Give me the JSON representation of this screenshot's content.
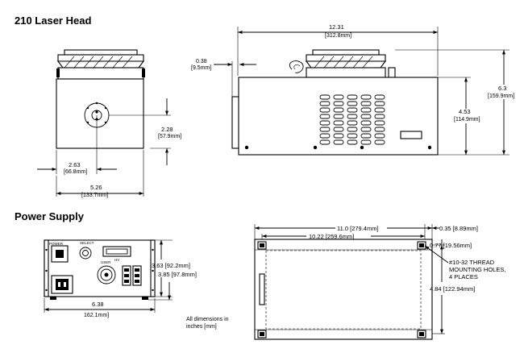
{
  "laser_head": {
    "title": "210 Laser Head",
    "dims": {
      "width_in": "2.63",
      "width_mm": "[66.8mm]",
      "height_in": "2.28",
      "height_mm": "[57.9mm]",
      "total_in": "5.26",
      "total_mm": "[133.7mm]",
      "length_in": "12.31",
      "length_mm": "[312.8mm]",
      "offset_in": "0.38",
      "offset_mm": "[9.5mm]",
      "body_h_in": "4.53",
      "body_h_mm": "[114.9mm]",
      "full_h_in": "6.3",
      "full_h_mm": "[159.9mm]"
    }
  },
  "power_supply": {
    "title": "Power Supply",
    "dims": {
      "h1": "3.63 [92.2mm]",
      "h2": "3.85 [97.8mm]",
      "w_in": "6.38",
      "w_mm": "162.1mm]",
      "length": "11.0 [279.4mm]",
      "hole_span": "10.22 [259.6mm]",
      "edge_x": "0.35 [8.89mm]",
      "edge_y": "0.77 [19.56mm]",
      "hole_y_span": "4.84 [122.94mm]"
    },
    "mounting_note": [
      "#10-32 THREAD",
      "MOUNTING HOLES,",
      "4 PLACES"
    ],
    "panel_labels": {
      "power": "POWER",
      "remote": "SELECT",
      "hv": "HV",
      "user": "USER"
    }
  },
  "footnote": [
    "All dimensions in",
    "inches [mm]"
  ]
}
